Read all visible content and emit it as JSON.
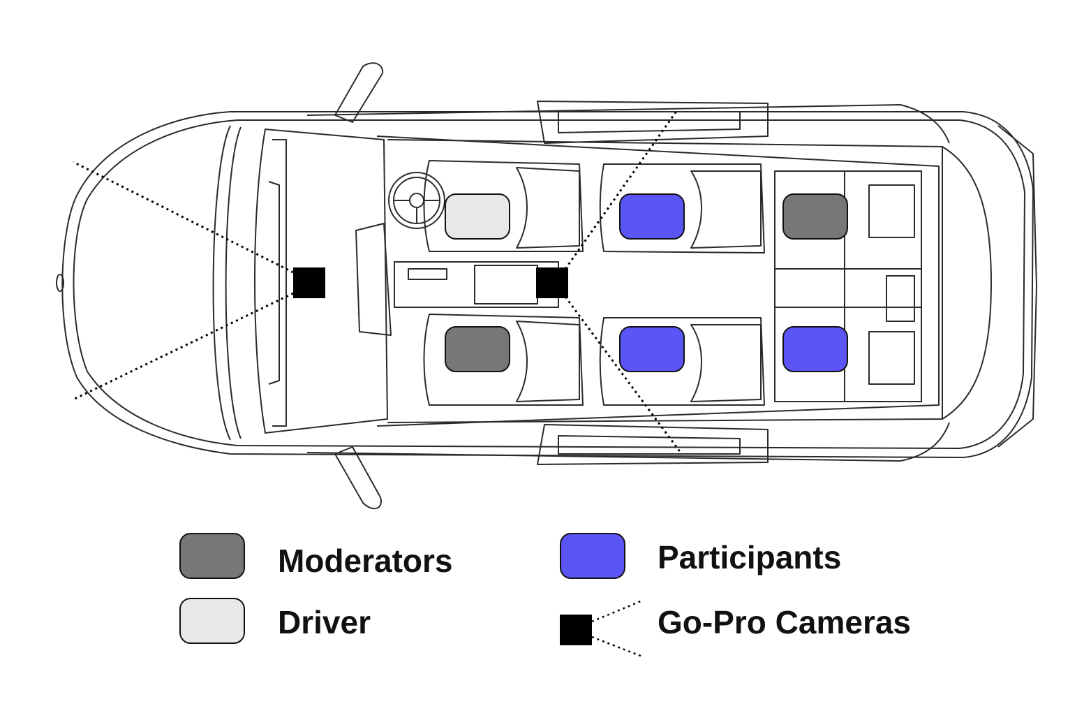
{
  "colors": {
    "moderator": "#777777",
    "driver": "#e8e8e8",
    "participant": "#5b55f5",
    "camera": "#000000",
    "outline": "#2a2a2a"
  },
  "seats": [
    {
      "role": "driver"
    },
    {
      "role": "moderator"
    },
    {
      "role": "participant"
    },
    {
      "role": "participant"
    },
    {
      "role": "moderator"
    },
    {
      "role": "participant"
    }
  ],
  "cameras": [
    {
      "position": "dashboard-front"
    },
    {
      "position": "center-console"
    }
  ],
  "legend": {
    "moderators": "Moderators",
    "driver": "Driver",
    "participants": "Participants",
    "cameras": "Go-Pro Cameras"
  },
  "icons": [
    "car-top-view-icon",
    "steering-wheel-icon",
    "camera-icon"
  ]
}
